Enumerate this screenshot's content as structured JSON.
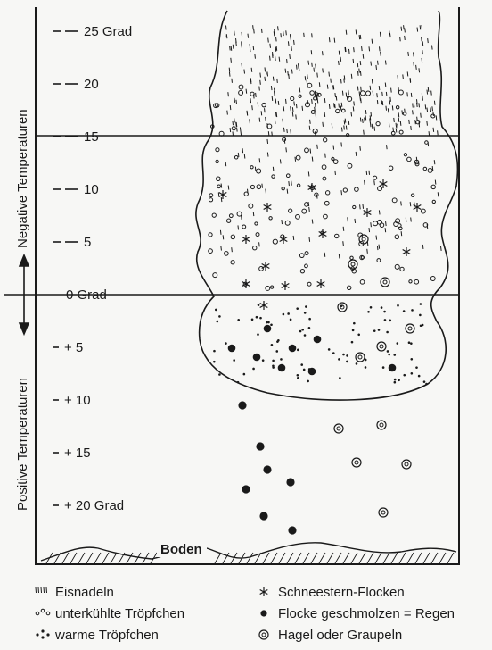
{
  "axis": {
    "negative_label": "Negative Temperaturen",
    "positive_label": "Positive Temperaturen",
    "ticks": [
      {
        "id": "t25n",
        "label": "25 Grad",
        "temp": -25
      },
      {
        "id": "t20n",
        "label": "20",
        "temp": -20
      },
      {
        "id": "t15n",
        "label": "15",
        "temp": -15
      },
      {
        "id": "t10n",
        "label": "10",
        "temp": -10
      },
      {
        "id": "t5n",
        "label": "5",
        "temp": -5
      },
      {
        "id": "t0",
        "label": "0 Grad",
        "temp": 0
      },
      {
        "id": "t5p",
        "label": "+ 5",
        "temp": 5
      },
      {
        "id": "t10p",
        "label": "+ 10",
        "temp": 10
      },
      {
        "id": "t15p",
        "label": "+ 15",
        "temp": 15
      },
      {
        "id": "t20p",
        "label": "+ 20 Grad",
        "temp": 20
      }
    ]
  },
  "ground_label": "Boden",
  "legend": [
    {
      "symbol": "ice-needles",
      "label": "Eisnadeln"
    },
    {
      "symbol": "star",
      "label": "Schneestern-Flocken"
    },
    {
      "symbol": "open-circles",
      "label": "unterkühlte Tröpfchen"
    },
    {
      "symbol": "filled-dot",
      "label": "Flocke geschmolzen = Regen"
    },
    {
      "symbol": "small-dots",
      "label": "warme Tröpfchen"
    },
    {
      "symbol": "double-circle",
      "label": "Hagel oder Graupeln"
    }
  ],
  "colors": {
    "ink": "#1a1a1a",
    "paper": "#f7f7f5"
  }
}
